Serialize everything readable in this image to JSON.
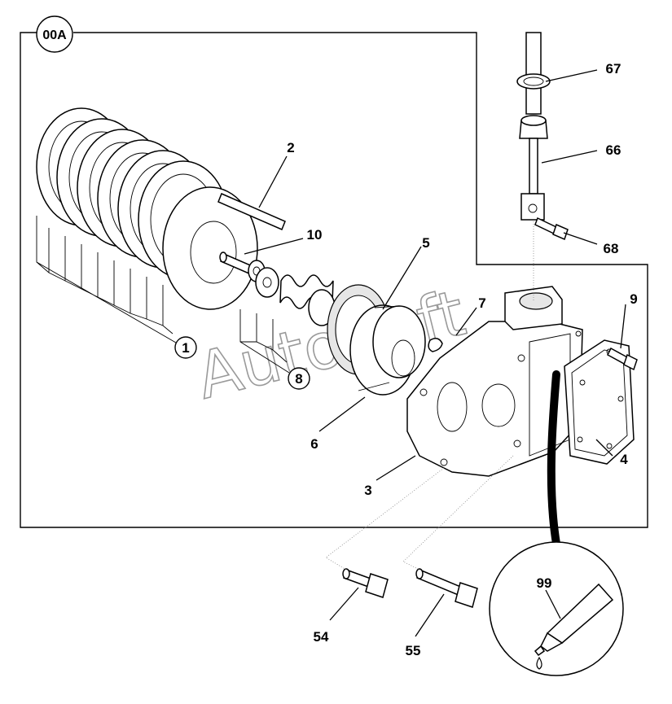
{
  "diagram": {
    "section_badge": "00A",
    "watermark": "AutoSoft",
    "callouts": {
      "c1": "1",
      "c2": "2",
      "c3": "3",
      "c4": "4",
      "c5": "5",
      "c6": "6",
      "c7": "7",
      "c8": "8",
      "c9": "9",
      "c10": "10",
      "c54": "54",
      "c55": "55",
      "c66": "66",
      "c67": "67",
      "c68": "68",
      "c99": "99"
    }
  }
}
